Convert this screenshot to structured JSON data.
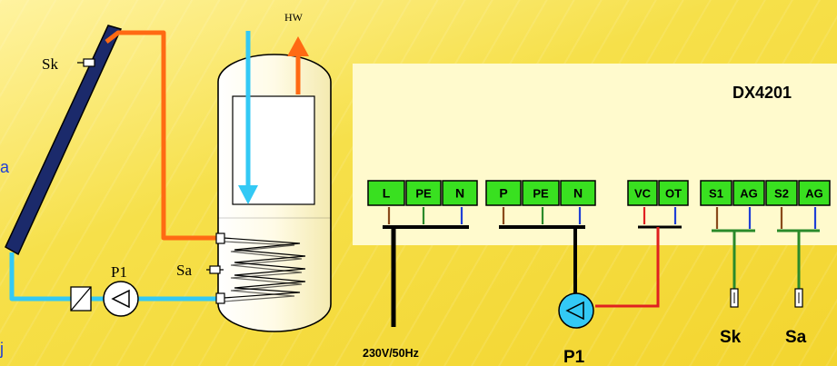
{
  "left": {
    "hw_label": "HW",
    "sk_label": "Sk",
    "sa_label": "Sa",
    "p1_label": "P1",
    "edge_letter_a": "a",
    "edge_letter_j": "j"
  },
  "controller": {
    "model": "DX4201",
    "terminal_groups": [
      [
        "L",
        "PE",
        "N"
      ],
      [
        "P",
        "PE",
        "N"
      ],
      [
        "VC",
        "OT"
      ],
      [
        "S1",
        "AG",
        "S2",
        "AG"
      ]
    ],
    "supply_label": "230V/50Hz",
    "pump_label": "P1",
    "sensor1_label": "Sk",
    "sensor2_label": "Sa"
  },
  "colors": {
    "hot_pipe": "#ff6a13",
    "cold_pipe": "#33c9f5",
    "terminal_green": "#39e020",
    "controller_bg": "#fffacd",
    "panel_blue": "#1b2a6b",
    "wire_red": "#e02020",
    "wire_green": "#2a8a2a",
    "wire_blue": "#1f3fd6",
    "wire_brown": "#8a4a1a"
  }
}
